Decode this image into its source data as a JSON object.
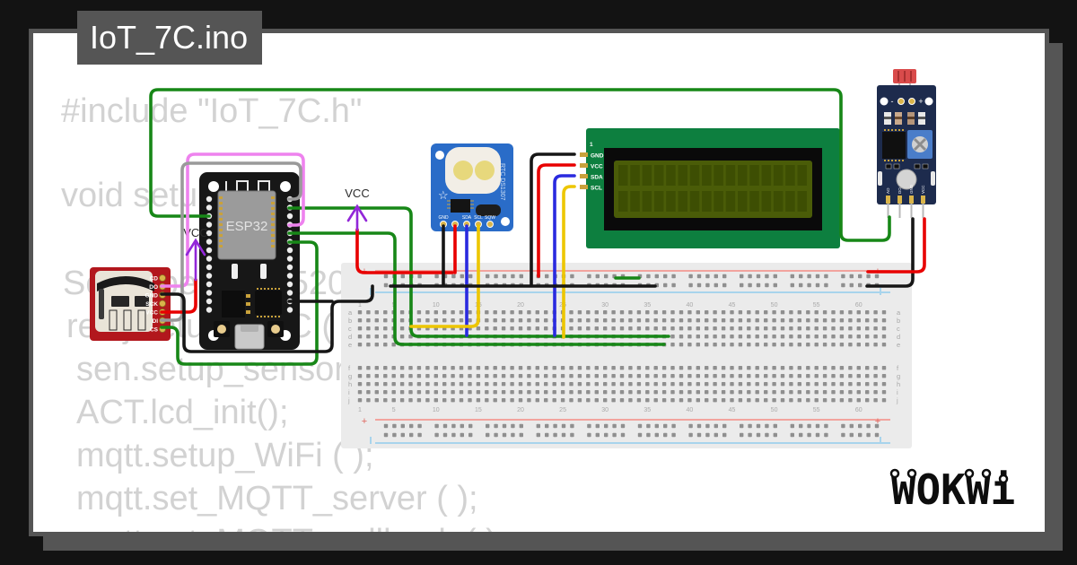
{
  "window": {
    "filename": "IoT_7C.ino"
  },
  "code_lines": [
    "#include \"IoT_7C.h\"",
    "void setup() {",
    "Serial.begin(115200);",
    "reloj.setup_RTC ( );",
    "sen.setup_sensor();",
    "ACT.lcd_init();",
    "mqtt.setup_WiFi ( );",
    "mqtt.set_MQTT_server ( );",
    "mqtt.set_MQTT_callback ( );"
  ],
  "vcc": {
    "left": "VCC",
    "right": "VCC"
  },
  "watermark": {
    "logo_text": "WOKWi"
  },
  "colors": {
    "background": "#131313",
    "frame": "#555555",
    "canvas": "#ffffff",
    "code_text": "#d2d2d2",
    "wire_green": "#178717",
    "wire_red": "#e80000",
    "wire_black": "#161616",
    "wire_yellow": "#edc600",
    "wire_blue": "#2a2adf",
    "wire_magenta": "#ee82ee",
    "wire_gray": "#9a9a9a",
    "vcc_arrow": "#9227d8",
    "sd_board": "#b2171d",
    "rtc_board": "#2a6cc8",
    "lcd_board": "#0d7f3f",
    "lcd_screen": "#4a5c08",
    "sensor_board": "#1d2b4d",
    "esp_board": "#171717",
    "breadboard": "#ebebeb"
  },
  "components": {
    "esp32": {
      "chip_label": "ESP32"
    },
    "sd_module": {
      "pins": [
        "CD",
        "DO",
        "GND",
        "SCK",
        "VCC",
        "DI",
        "CS"
      ]
    },
    "rtc_module": {
      "board_text": "RTC DS1307",
      "pins": [
        "GND",
        "SDA",
        "SCL",
        "SQW"
      ]
    },
    "lcd_display": {
      "pin_one": "1",
      "pins": [
        "GND",
        "VCC",
        "SDA",
        "SCL"
      ]
    },
    "ldr_module": {
      "minus": "-",
      "plus": "+",
      "pins": [
        "AO",
        "DO",
        "GND",
        "VCC"
      ]
    }
  },
  "breadboard": {
    "column_numbers": [
      1,
      5,
      10,
      15,
      20,
      25,
      30,
      35,
      40,
      45,
      50,
      55,
      60
    ],
    "rows_top": [
      "a",
      "b",
      "c",
      "d",
      "e"
    ],
    "rows_bottom": [
      "f",
      "g",
      "h",
      "i",
      "j"
    ],
    "plus": "+"
  }
}
